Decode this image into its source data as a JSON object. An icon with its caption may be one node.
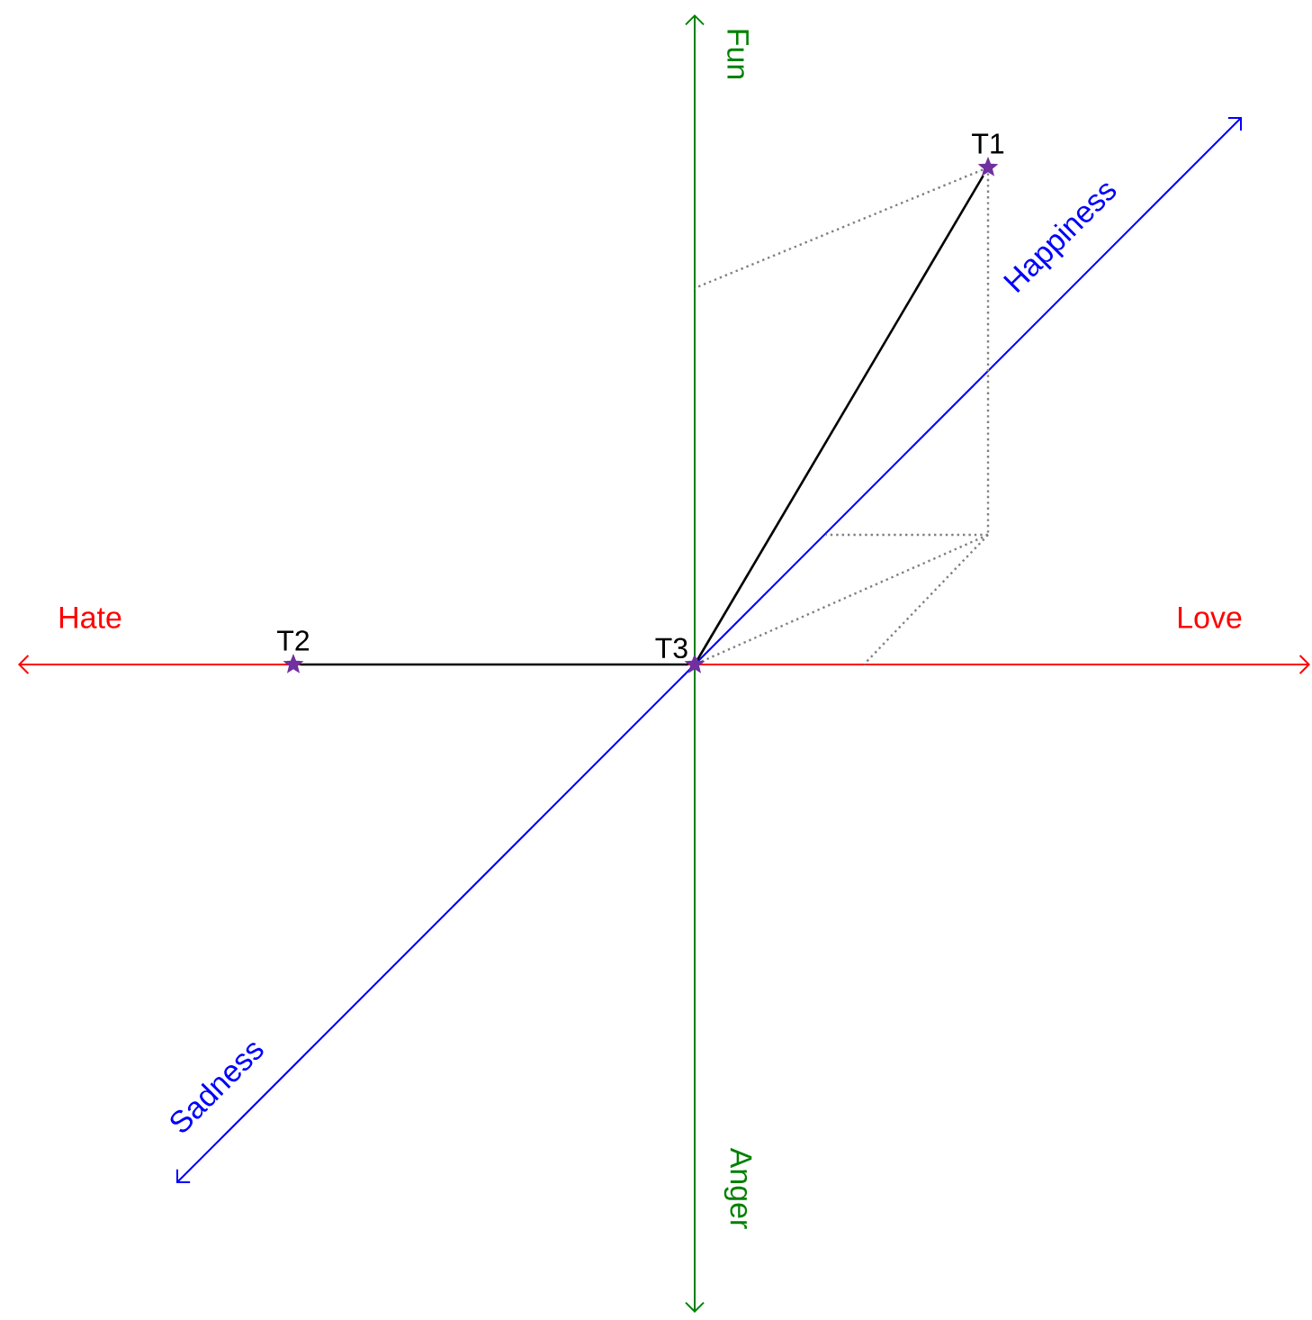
{
  "diagram": {
    "nodes": [
      {
        "text": [
          "T1"
        ]
      },
      {
        "text": [
          "T2"
        ]
      },
      {
        "text": [
          "T3"
        ]
      }
    ],
    "edges": [
      {
        "from": 2,
        "to": 0,
        "arrow": "none"
      },
      {
        "from": 2,
        "to": 1,
        "arrow": "none"
      }
    ],
    "labels": [
      "Fun",
      "Hate",
      "Love",
      "Anger",
      "Happiness",
      "Sadness"
    ]
  }
}
